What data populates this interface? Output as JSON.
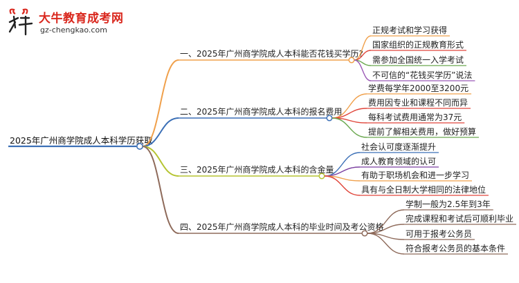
{
  "logo": {
    "title": "大牛教育成考网",
    "url": "gz-chengkao.com",
    "mark_glyph": "大牛"
  },
  "root": {
    "label": "2025年广州商学院成人本科学历获取",
    "color": "#3b6fb6"
  },
  "branches": [
    {
      "label": "一、2025年广州商学院成人本科能否花钱买学历?",
      "color": "#f0a04b",
      "children": [
        {
          "label": "正规考试和学习获得",
          "color": "#f0a04b"
        },
        {
          "label": "国家组织的正规教育形式",
          "color": "#e0453a"
        },
        {
          "label": "需参加全国统一入学考试",
          "color": "#6aa84f"
        },
        {
          "label": "不可信的“花钱买学历”说法",
          "color": "#9b59b6"
        }
      ]
    },
    {
      "label": "二、2025年广州商学院成人本科的报名费用",
      "color": "#3b6fb6",
      "children": [
        {
          "label": "学费每学年2000至3200元",
          "color": "#f0a04b"
        },
        {
          "label": "费用因专业和课程不同而异",
          "color": "#e0453a"
        },
        {
          "label": "每科考试费用通常为37元",
          "color": "#e0453a"
        },
        {
          "label": "提前了解相关费用，做好预算",
          "color": "#6aa84f"
        }
      ]
    },
    {
      "label": "三、2025年广州商学院成人本科的含金量",
      "color": "#b5c431",
      "children": [
        {
          "label": "社会认可度逐渐提升",
          "color": "#3b6fb6"
        },
        {
          "label": "成人教育领域的认可",
          "color": "#7b3fa0"
        },
        {
          "label": "有助于职场机会和进一步学习",
          "color": "#f0a04b"
        },
        {
          "label": "具有与全日制大学相同的法律地位",
          "color": "#e0453a"
        }
      ]
    },
    {
      "label": "四、2025年广州商学院成人本科的毕业时间及考公资格",
      "color": "#8e6a5a",
      "children": [
        {
          "label": "学制一般为2.5年到3年",
          "color": "#8e6a5a"
        },
        {
          "label": "完成课程和考试后可顺利毕业",
          "color": "#8e6a5a"
        },
        {
          "label": "可用于报考公务员",
          "color": "#8e6a5a"
        },
        {
          "label": "符合报考公务员的基本条件",
          "color": "#8e6a5a"
        }
      ]
    }
  ]
}
